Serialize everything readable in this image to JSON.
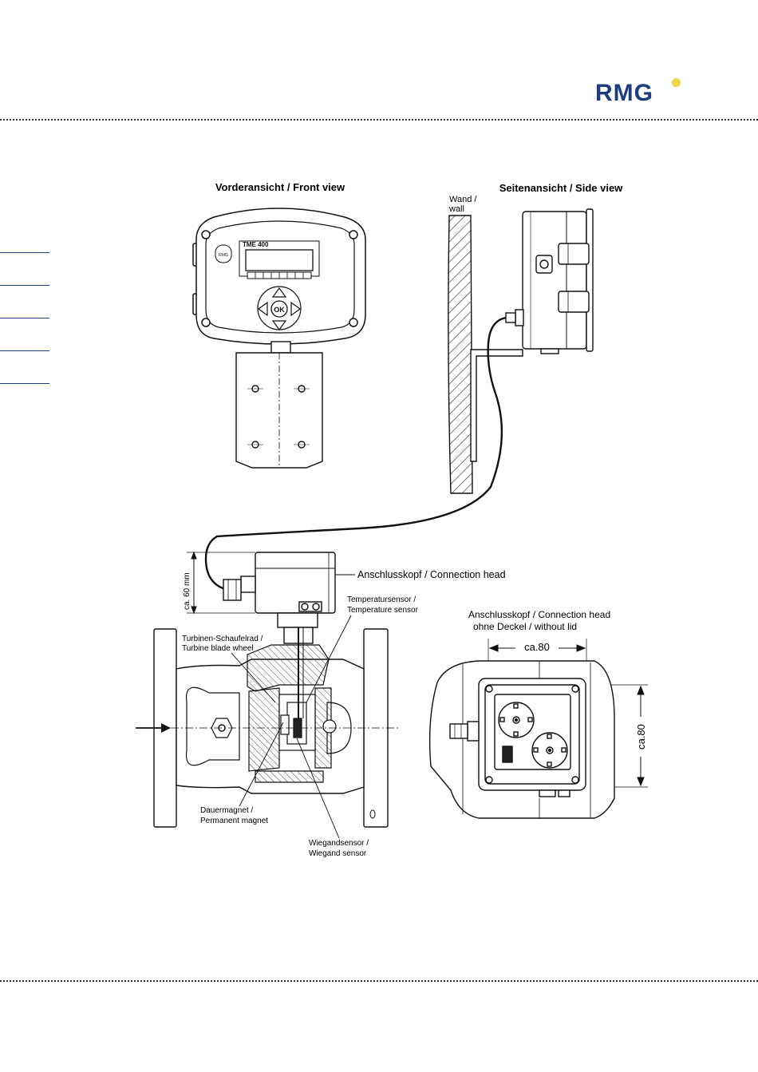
{
  "brand": {
    "logo_text": "RMG",
    "accent": "#1f3d7a",
    "dot_color": "#e8d84a"
  },
  "labels": {
    "front_view": "Vorderansicht / Front view",
    "side_view": "Seitenansicht / Side view",
    "wall_de": "Wand /",
    "wall_en": "wall",
    "device_name": "TME 400",
    "device_logo": "RMG",
    "ok_button": "OK",
    "connection_head": "Anschlusskopf / Connection head",
    "height_dim": "ca. 60 mm",
    "temp_sensor_de": "Temperatursensor /",
    "temp_sensor_en": "Temperature sensor",
    "turbine_de": "Turbinen-Schaufelrad /",
    "turbine_en": "Turbine blade wheel",
    "magnet_de": "Dauermagnet /",
    "magnet_en": "Permanent magnet",
    "wiegand_de": "Wiegandsensor /",
    "wiegand_en": "Wiegand sensor",
    "head_no_lid_1": "Anschlusskopf / Connection head",
    "head_no_lid_2": "ohne Deckel  / without lid",
    "dim_width": "ca.80",
    "dim_height": "ca.80"
  }
}
